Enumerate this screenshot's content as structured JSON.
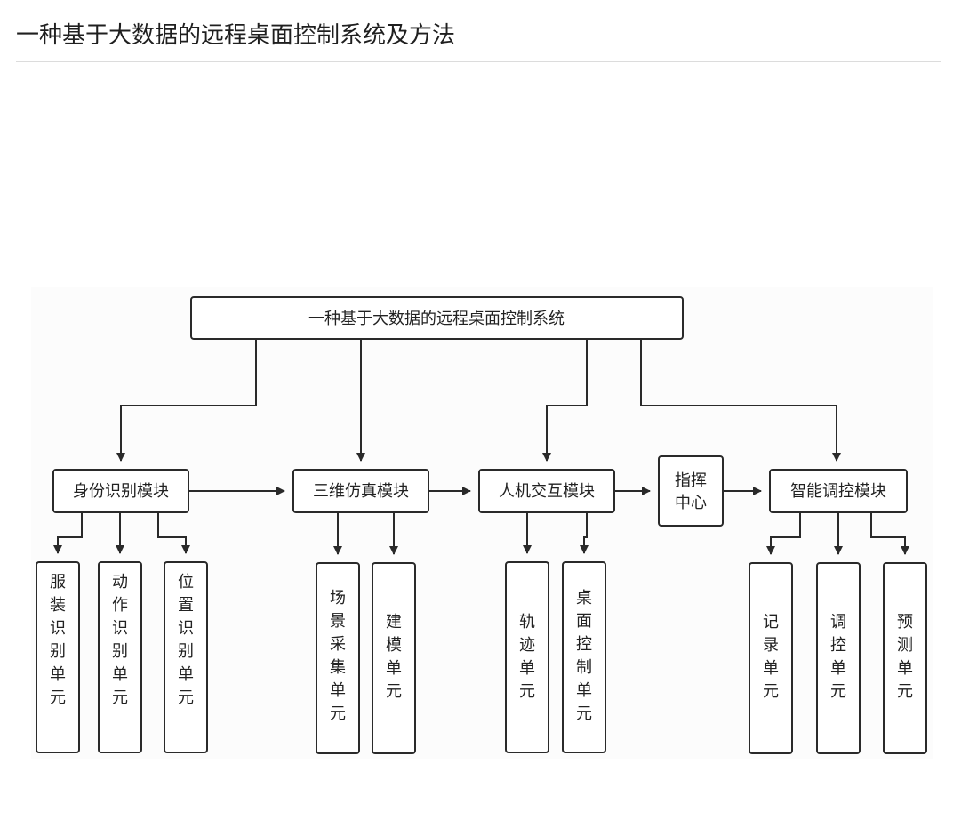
{
  "page": {
    "title": "一种基于大数据的远程桌面控制系统及方法"
  },
  "diagram": {
    "root": "一种基于大数据的远程桌面控制系统",
    "modules": {
      "identity": "身份识别模块",
      "simulation": "三维仿真模块",
      "interaction": "人机交互模块",
      "command": [
        "指挥",
        "中心"
      ],
      "intelligent": "智能调控模块"
    },
    "units": {
      "clothing": "服装识别单元",
      "action": "动作识别单元",
      "position": "位置识别单元",
      "scene": "场景采集单元",
      "modeling": "建模单元",
      "trajectory": "轨迹单元",
      "desktop": "桌面控制单元",
      "record": "记录单元",
      "regulate": "调控单元",
      "predict": "预测单元"
    }
  }
}
